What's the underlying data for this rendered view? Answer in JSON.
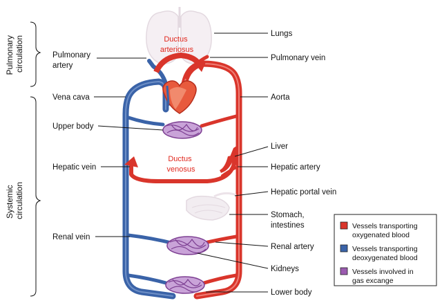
{
  "side_labels": {
    "pulmonary": [
      "Pulmonary",
      "circulation"
    ],
    "systemic": [
      "Systemic",
      "circulation"
    ]
  },
  "left_labels": {
    "pulmonary_artery": [
      "Pulmonary",
      "artery"
    ],
    "vena_cava": "Vena cava",
    "upper_body": "Upper body",
    "hepatic_vein": "Hepatic vein",
    "renal_vein": "Renal vein"
  },
  "right_labels": {
    "lungs": "Lungs",
    "pulmonary_vein": "Pulmonary vein",
    "aorta": "Aorta",
    "liver": "Liver",
    "hepatic_artery": "Hepatic artery",
    "hepatic_portal_vein": "Hepatic portal vein",
    "stomach": [
      "Stomach,",
      "intestines"
    ],
    "renal_artery": "Renal artery",
    "kidneys": "Kidneys",
    "lower_body": "Lower body"
  },
  "shunts": {
    "ductus_arteriosus": [
      "Ductus",
      "arteriosus"
    ],
    "ductus_venosus": [
      "Ductus",
      "venosus"
    ]
  },
  "legend": {
    "items": [
      {
        "color": "#d9352b",
        "lines": [
          "Vessels transporting",
          "oxygenated blood"
        ]
      },
      {
        "color": "#3a63a8",
        "lines": [
          "Vessels transporting",
          "deoxygenated blood"
        ]
      },
      {
        "color": "#9b5bb0",
        "lines": [
          "Vessels involved in",
          "gas excange"
        ]
      }
    ]
  },
  "colors": {
    "oxygenated": "#d9352b",
    "deoxygenated": "#3a63a8",
    "gas_exchange": "#9b5bb0",
    "faded": "#e8dfe6"
  }
}
